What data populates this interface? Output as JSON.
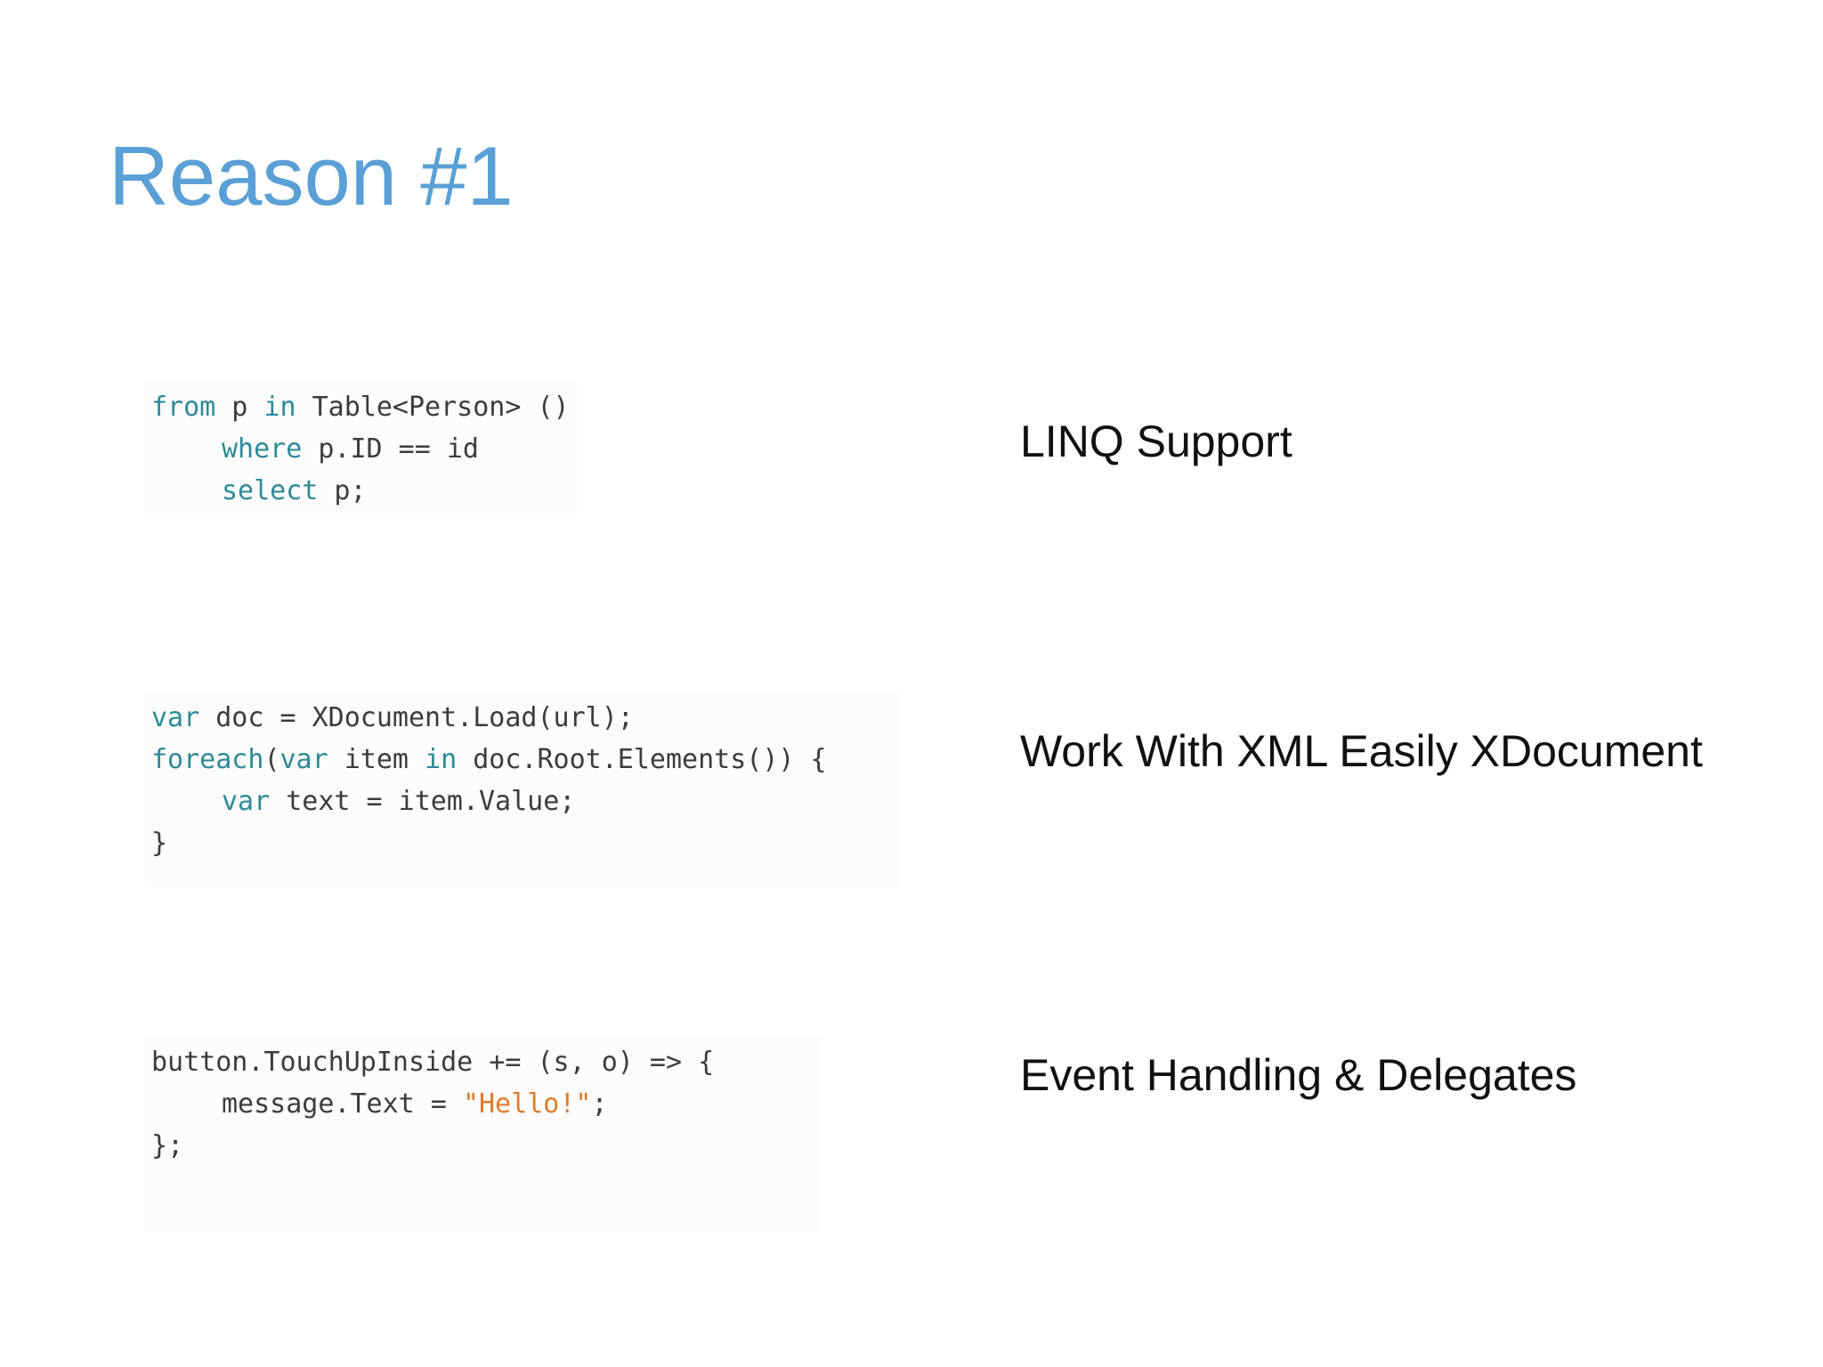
{
  "slide": {
    "title": "Reason #1",
    "title_color": "#5aa0d6"
  },
  "code_colors": {
    "keyword": "#2e8a96",
    "plain": "#3c3c3c",
    "string": "#e07b2a"
  },
  "sections": [
    {
      "label": "LINQ Support",
      "code": [
        [
          "from",
          " p ",
          "in",
          " Table<Person> ()"
        ],
        [
          "where",
          " p.ID == id"
        ],
        [
          "select",
          " p;"
        ]
      ]
    },
    {
      "label": "Work With XML Easily XDocument",
      "code": [
        [
          "var",
          " doc = XDocument.Load(url);"
        ],
        [
          "foreach",
          "(",
          "var",
          " item ",
          "in",
          " doc.Root.Elements()) {"
        ],
        [
          "var",
          " text = item.Value;"
        ],
        [
          "}"
        ]
      ]
    },
    {
      "label": "Event Handling & Delegates",
      "code": [
        [
          "button.TouchUpInside += (s, o) => {"
        ],
        [
          "message.Text = ",
          "\"Hello!\"",
          ";"
        ],
        [
          "};"
        ]
      ]
    }
  ]
}
